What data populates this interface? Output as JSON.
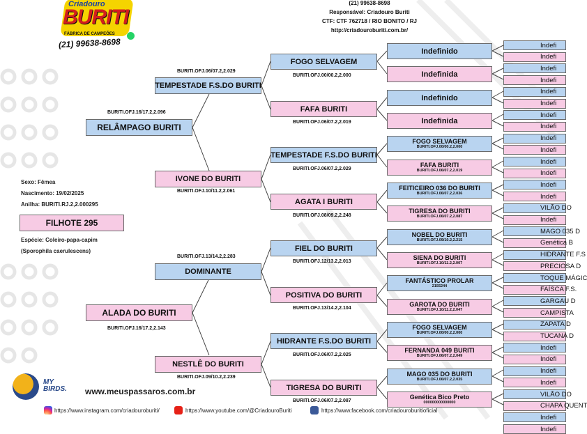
{
  "breeder_header": {
    "phone": "(21) 99638-8698",
    "responsible": "Responsável: Criadouro Buriti",
    "ctf": "CTF: CTF 762718 / RIO BONITO / RJ",
    "site": "http://criadouroburiti.com.br/"
  },
  "logo": {
    "line1": "Criadouro",
    "line2": "BURITI",
    "tagline": "FÁBRICA DE CAMPEÕES",
    "phone": "(21) 99638-8698"
  },
  "bird": {
    "sex": "Sexo: Fêmea",
    "birth": "Nascimento: 19/02/2025",
    "ring": "Anilha: BURITI.RJ.2,2.000295",
    "name": "FILHOTE 295",
    "species": "Espécie: Coleiro-papa-capim",
    "scientific": "(Sporophila caerulescens)"
  },
  "gen1": {
    "father": {
      "name": "RELÂMPAGO BURITI",
      "ring": "BURITI.OFJ.16/17.2,2.096"
    },
    "mother": {
      "name": "ALADA DO BURITI",
      "ring": "BURITI.OFJ.16/17.2,2.143"
    }
  },
  "gen2": [
    {
      "name": "TEMPESTADE F.S.DO BURITI",
      "ring": "BURITI.OFJ.06/07.2,2.029"
    },
    {
      "name": "IVONE DO BURITI",
      "ring": "BURITI.OFJ.10/11.2,2.061"
    },
    {
      "name": "DOMINANTE",
      "ring": "BURITI.OFJ.13/14.2,2.283"
    },
    {
      "name": "NESTLÊ DO BURITI",
      "ring": "BURITI.OFJ.09/10.2,2.239"
    }
  ],
  "gen3": [
    {
      "name": "FOGO SELVAGEM",
      "ring": "BURITI.OFJ.00/00.2,2.000"
    },
    {
      "name": "FAFA BURITI",
      "ring": "BURITI.OFJ.06/07.2,2.019"
    },
    {
      "name": "TEMPESTADE F.S.DO BURITI",
      "ring": "BURITI.OFJ.06/07.2,2.029"
    },
    {
      "name": "AGATA I BURITI",
      "ring": "BURITI.OFJ.08/09.2,2.248"
    },
    {
      "name": "FIEL DO BURITI",
      "ring": "BURITI.OFJ.12/13.2,2.013"
    },
    {
      "name": "POSITIVA DO BURITI",
      "ring": "BURITI.OFJ.13/14.2,2.104"
    },
    {
      "name": "HIDRANTE F.S.DO BURITI",
      "ring": "BURITI.OFJ.06/07.2,2.025"
    },
    {
      "name": "TIGRESA DO BURITI",
      "ring": "BURITI.OFJ.06/07.2,2.087"
    }
  ],
  "gen4": [
    {
      "name": "Indefinido",
      "ring": ""
    },
    {
      "name": "Indefinida",
      "ring": ""
    },
    {
      "name": "Indefinido",
      "ring": ""
    },
    {
      "name": "Indefinida",
      "ring": ""
    },
    {
      "name": "FOGO SELVAGEM",
      "ring": "BURITI.OFJ.00/00.2,2.000"
    },
    {
      "name": "FAFA BURITI",
      "ring": "BURITI.OFJ.06/07.2,2.019"
    },
    {
      "name": "FEITICEIRO 036 DO BURITI",
      "ring": "BURITI.OFJ.06/07.2,2.036"
    },
    {
      "name": "TIGRESA DO BURITI",
      "ring": "BURITI.OFJ.06/07.2,2.087"
    },
    {
      "name": "NOBEL DO BURITI",
      "ring": "BURITI.OFJ.09/10.2,2.215"
    },
    {
      "name": "SIENA DO BURITI",
      "ring": "BURITI.OFJ.10/11.2,2.007"
    },
    {
      "name": "FANTÁSTICO PROLAR",
      "ring": "2155244"
    },
    {
      "name": "GAROTA DO BURITI",
      "ring": "BURITI.OFJ.10/11.2,2.047"
    },
    {
      "name": "FOGO SELVAGEM",
      "ring": "BURITI.OFJ.00/00.2,2.000"
    },
    {
      "name": "FERNANDA 049 BURITI",
      "ring": "BURITI.OFJ.06/07.2,2.049"
    },
    {
      "name": "MAGO 035 DO BURITI",
      "ring": "BURITI.OFJ.06/07.2,2.035"
    },
    {
      "name": "Genética Bico Preto",
      "ring": "000000000000000"
    }
  ],
  "gen5": [
    "Indefi",
    "Indefi",
    "Indefi",
    "Indefi",
    "Indefi",
    "Indefi",
    "Indefi",
    "Indefi",
    "Indefi",
    "Indefi",
    "Indefi",
    "Indefi",
    "Indefi",
    "Indefi",
    "VILÃO DO",
    "Indefi",
    "MAGO 035 D",
    "Genética B",
    "HIDRANTE F.S",
    "PRECIOSA D",
    "TOQUE MÁGIC",
    "FAÍSCA F.S.",
    "GARGAU D",
    "CAMPISTA",
    "ZAPATA D",
    "TUCANA D",
    "Indefi",
    "Indefi",
    "Indefi",
    "Indefi",
    "VILÃO DO",
    "CHAPA QUENT",
    "Indefi",
    "Indefi"
  ],
  "footer": {
    "brand1": "MY",
    "brand2": "BIRDS.",
    "site": "www.meuspassaros.com.br",
    "instagram": "https://www.instagram.com/criadouroburiti/",
    "youtube": "https://www.youtube.com/@CriadouroBuriti",
    "facebook": "https://www.facebook.com/criadouroburitioficial"
  }
}
